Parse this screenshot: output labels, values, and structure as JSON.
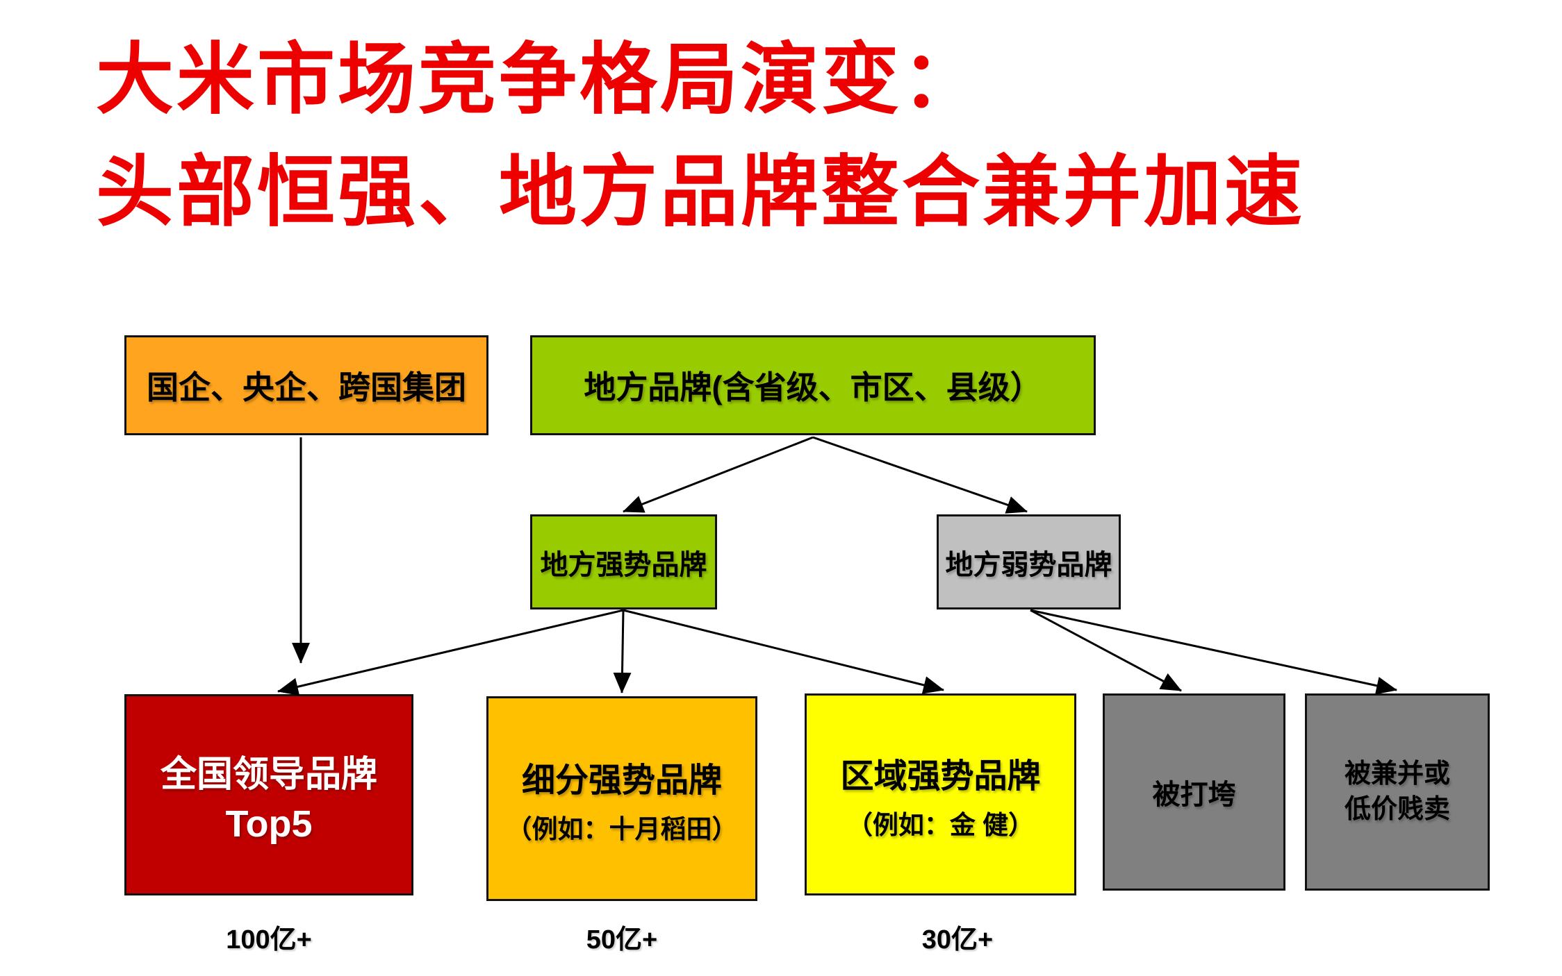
{
  "slide": {
    "title": {
      "line1": "大米市场竞争格局演变：",
      "line2": "头部恒强、地方品牌整合兼并加速",
      "color": "#EC0000"
    }
  },
  "nodes": {
    "soe": {
      "label": "国企、央企、跨国集团",
      "bg": "#FFA41E",
      "fg": "#000000"
    },
    "local": {
      "label": "地方品牌(含省级、市区、县级）",
      "bg": "#99CC00",
      "fg": "#000000"
    },
    "strong": {
      "label": "地方强势品牌",
      "bg": "#99CC00",
      "fg": "#000000"
    },
    "weak": {
      "label": "地方弱势品牌",
      "bg": "#C0C0C0",
      "fg": "#000000"
    },
    "national": {
      "line1": "全国领导品牌",
      "line2": "Top5",
      "bg": "#C00000",
      "fg": "#FFFFFF"
    },
    "segment": {
      "line1": "细分强势品牌",
      "line2": "（例如：十月稻田）",
      "bg": "#FFC000",
      "fg": "#000000"
    },
    "region": {
      "line1": "区域强势品牌",
      "line2": "（例如：金 健）",
      "bg": "#FFFF00",
      "fg": "#000000"
    },
    "crushed": {
      "label": "被打垮",
      "bg": "#808080",
      "fg": "#000000"
    },
    "merged": {
      "line1": "被兼并或",
      "line2": "低价贱卖",
      "bg": "#808080",
      "fg": "#000000"
    }
  },
  "scale_labels": {
    "national": "100亿+",
    "segment": "50亿+",
    "region": "30亿+"
  }
}
